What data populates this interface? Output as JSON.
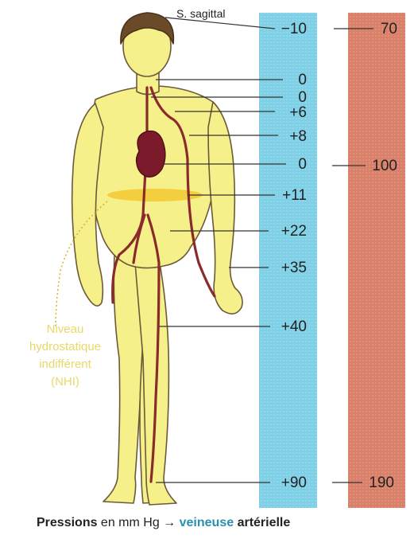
{
  "labels": {
    "sagittal": "S. sagittal",
    "nhi_lines": [
      "Niveau",
      "hydrostatique",
      "indifférent",
      "(NHI)"
    ]
  },
  "venous_pressures": [
    "−10",
    "0",
    "0",
    "+6",
    "+8",
    "0",
    "+11",
    "+22",
    "+35",
    "+40",
    "+90"
  ],
  "arterial_pressures": [
    "70",
    "100",
    "190"
  ],
  "caption": {
    "bold_word": "Pressions",
    "unit_text": " en mm Hg → ",
    "venous": "veineuse",
    "arterial": "artérielle"
  },
  "colors": {
    "venous_column": "#7fd0e6",
    "arterial_column": "#d9806a",
    "body_fill": "#f5f08a",
    "vessel": "#8a2a2a",
    "heart": "#7a1a2a",
    "nhi_text": "#e8d86a"
  }
}
